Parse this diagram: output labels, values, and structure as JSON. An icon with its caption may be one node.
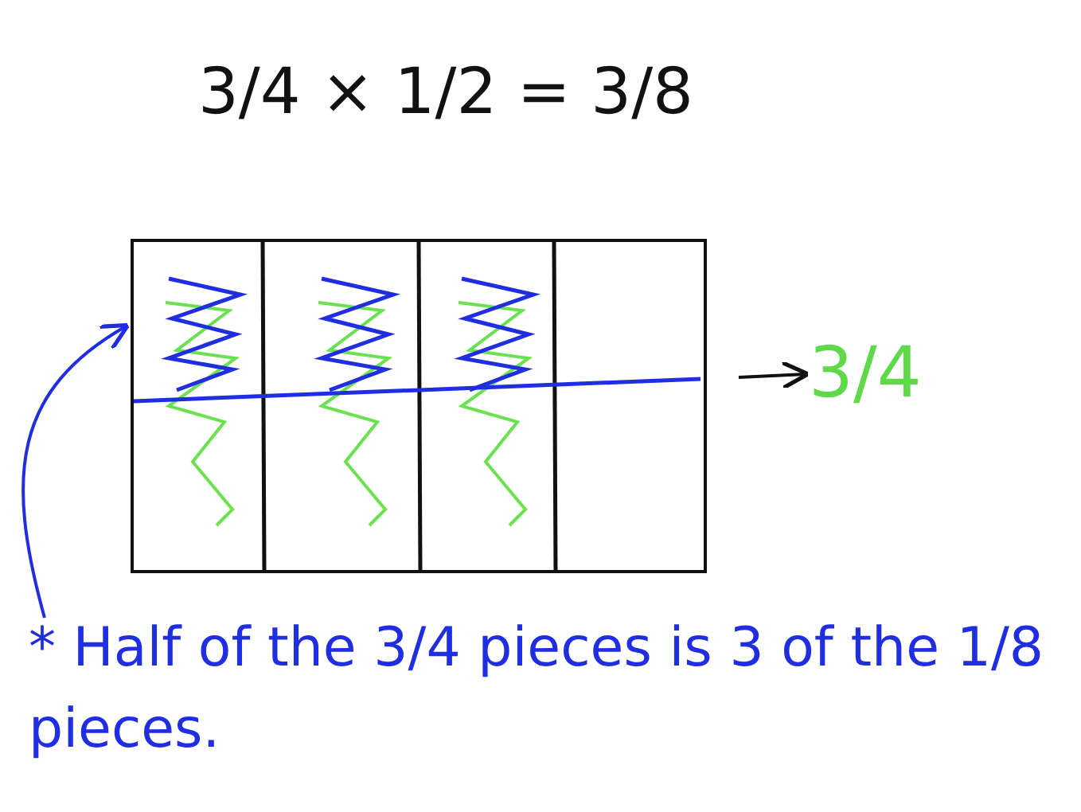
{
  "diagram": {
    "nodes": [
      {
        "text": [],
        "shape": "box"
      },
      {
        "text": [
          "3/4"
        ]
      },
      {
        "text": [
          "* Half of the 3/4 pieces is 3 of the 1/8 pieces."
        ]
      }
    ],
    "edges": [
      {
        "from": 0,
        "to": 1,
        "arrow": "to"
      },
      {
        "from": 2,
        "to": 0,
        "arrow": "to",
        "color": "#1f2ee0"
      }
    ],
    "labels": [
      "3/4 × 1/2 = 3/8"
    ]
  }
}
